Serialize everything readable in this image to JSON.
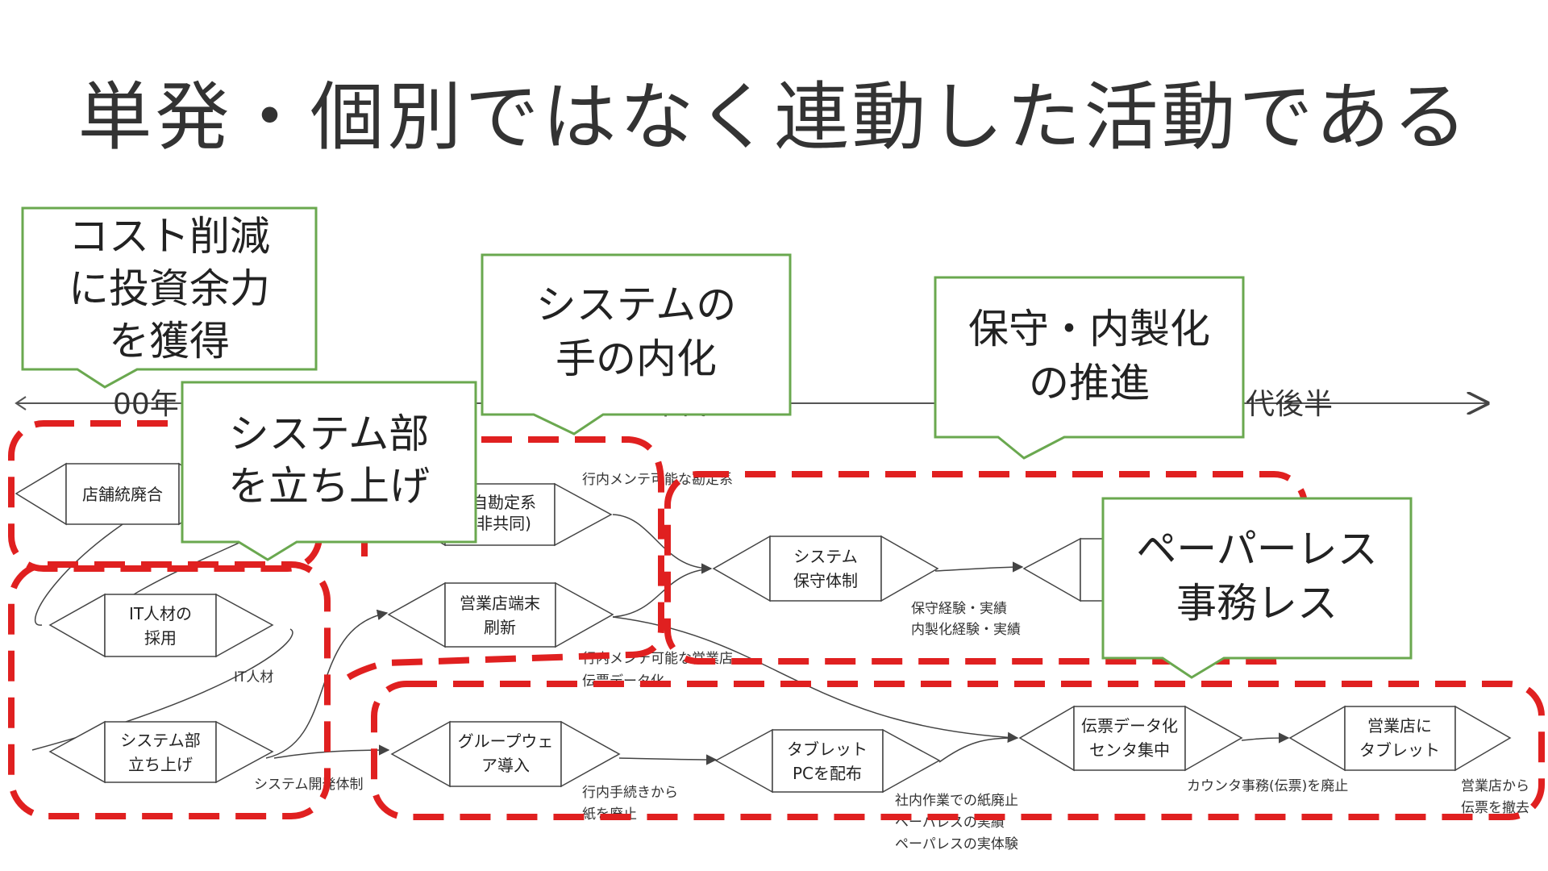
{
  "title": "単発・個別ではなく連動した活動である",
  "colors": {
    "callout_border": "#6aa84f",
    "dashed_group": "#e02020",
    "line": "#444444"
  },
  "timeline": {
    "left_label": "00年",
    "mid_label": "10年代",
    "right_label": "代後半"
  },
  "callouts": {
    "cost": {
      "lines": [
        "コスト削減",
        "に投資余力",
        "を獲得"
      ]
    },
    "sysdept": {
      "lines": [
        "システム部",
        "を立ち上げ"
      ]
    },
    "inhouse": {
      "lines": [
        "システムの",
        "手の内化"
      ]
    },
    "maintain": {
      "lines": [
        "保守・内製化",
        "の推進"
      ]
    },
    "paperless": {
      "lines": [
        "ペーパーレス",
        "事務レス"
      ]
    }
  },
  "nodes": {
    "store_merge": [
      "店舗統廃合"
    ],
    "accounting": [
      "自勘定系",
      "非共同)"
    ],
    "it_hire": [
      "IT人材の",
      "採用"
    ],
    "terminal": [
      "営業店端末",
      "刷新"
    ],
    "sys_maint": [
      "システム",
      "保守体制"
    ],
    "sys_dept": [
      "システム部",
      "立ち上げ"
    ],
    "groupware": [
      "グループウェ",
      "ア導入"
    ],
    "tablet_pc": [
      "タブレット",
      "PCを配布"
    ],
    "slip_center": [
      "伝票データ化",
      "センタ集中"
    ],
    "store_tablet": [
      "営業店に",
      "タブレット"
    ]
  },
  "edge_labels": {
    "acct_out": [
      "行内メンテ可能な勘定系"
    ],
    "it_out": [
      "IT人材"
    ],
    "term_out": [
      "行内メンテ可能な営業店",
      "伝票データ化"
    ],
    "maint_out": [
      "保守経験・実績",
      "内製化経験・実績"
    ],
    "dept_out": [
      "システム開発体制"
    ],
    "gw_out": [
      "行内手続きから",
      "紙を廃止"
    ],
    "tab_out": [
      "社内作業での紙廃止",
      "ペーパレスの実績",
      "ペーパレスの実体験"
    ],
    "slip_out": [
      "カウンタ事務(伝票)を廃止"
    ],
    "store_out": [
      "営業店から",
      "伝票を撤去"
    ]
  }
}
